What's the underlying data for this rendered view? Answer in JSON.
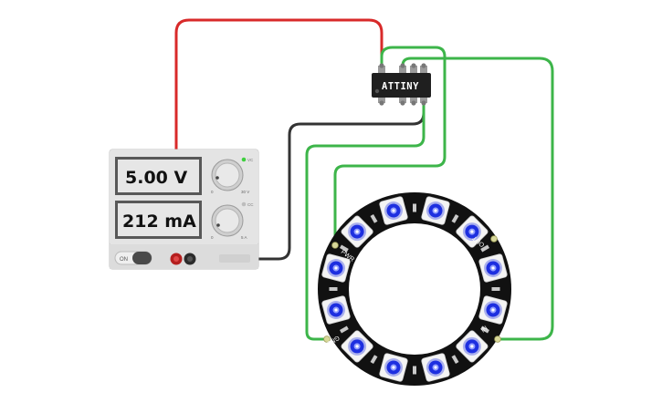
{
  "power_supply": {
    "voltage_display": "5.00 V",
    "current_display": "212 mA",
    "switch_label": "ON",
    "voltage_knob_min": "0",
    "voltage_knob_max": "30 V",
    "current_knob_min": "0",
    "current_knob_max": "5 A",
    "cv_label": "VC",
    "cc_label": "CC",
    "cv_indicator_color": "#3ecf3e"
  },
  "microcontroller": {
    "label": "ATTINY"
  },
  "led_ring": {
    "pin_labels": {
      "pwr": "PWR",
      "out": "OUT",
      "gnd": "GND",
      "in": "IN"
    },
    "led_count": 12,
    "led_color": "#1d2fe0"
  },
  "wires": {
    "positive_color": "#d82a2a",
    "ground_color": "#333333",
    "data_color": "#3db54a"
  }
}
